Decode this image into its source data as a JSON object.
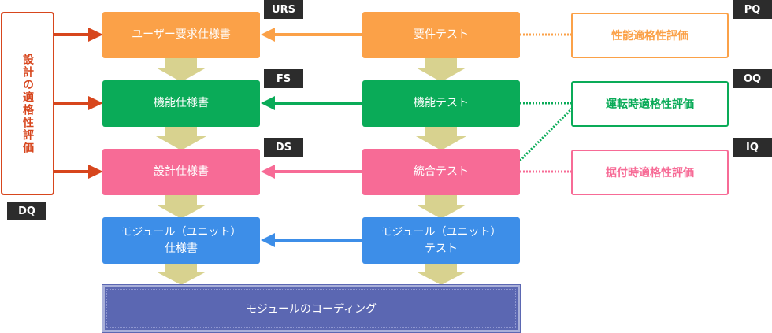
{
  "colors": {
    "orange": "#fba148",
    "green": "#0aab58",
    "pink": "#f76b96",
    "blue": "#3d8ee8",
    "red": "#d7461d",
    "khaki": "#d8d28f",
    "indigo": "#5b67b2",
    "tag_bg": "#2c2c2c"
  },
  "left_column": {
    "urs": "ユーザー要求仕様書",
    "fs": "機能仕様書",
    "ds": "設計仕様書",
    "module_spec": "モジュール（ユニット）\n仕様書"
  },
  "right_column": {
    "requirement_test": "要件テスト",
    "function_test": "機能テスト",
    "integration_test": "統合テスト",
    "module_test": "モジュール（ユニット）\nテスト"
  },
  "evaluations": {
    "pq": "性能適格性評価",
    "oq": "運転時適格性評価",
    "iq": "据付時適格性評価"
  },
  "tags": {
    "urs": "URS",
    "fs": "FS",
    "ds": "DS",
    "dq": "DQ",
    "pq": "PQ",
    "oq": "OQ",
    "iq": "IQ"
  },
  "dq_label": "設計の適格性評価",
  "coding": "モジュールのコーディング"
}
